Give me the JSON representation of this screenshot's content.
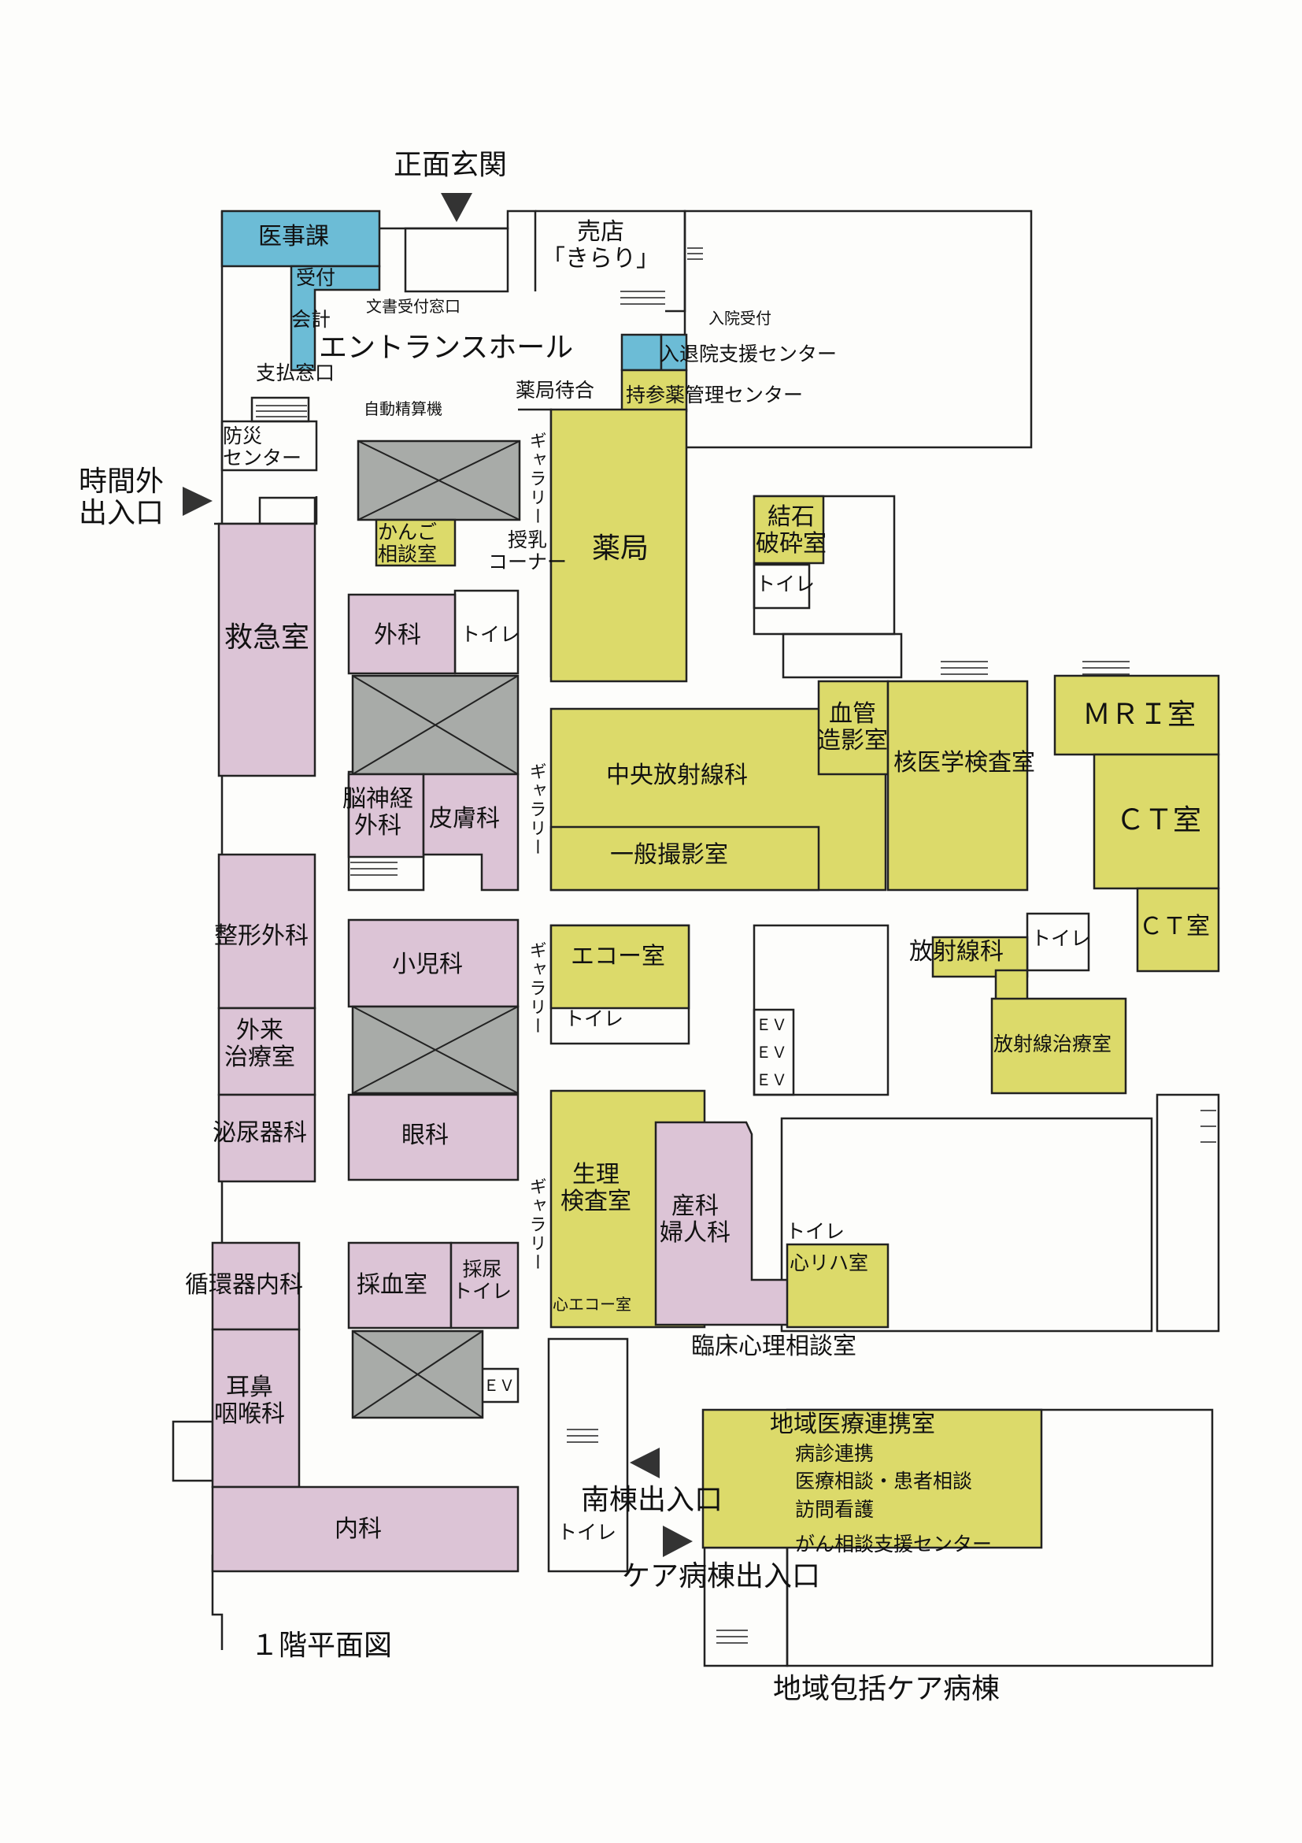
{
  "labels": {
    "main_entrance": "正面玄関",
    "after_hours": "時間外\n出入口",
    "medical_affairs": "医事課",
    "reception": "受付",
    "document_window": "文書受付窓口",
    "accounting": "会計",
    "entrance_hall": "エントランスホール",
    "payment_window": "支払窓口",
    "shop": "売店\n「きらり」",
    "admission_reception": "入院受付",
    "admission_support": "入退院支援センター",
    "pharmacy_waiting": "薬局待合",
    "brought_medicine": "持参薬管理センター",
    "auto_payment": "自動精算機",
    "disaster_center": "防災\nセンター",
    "gallery": "ギャラリー",
    "nursing_consult": "かんご\n相談室",
    "nursing_corner": "授乳\nコーナー",
    "pharmacy": "薬局",
    "lithotripsy": "結石\n破砕室",
    "toilet": "トイレ",
    "emergency": "救急室",
    "surgery": "外科",
    "neurosurgery": "脳神経\n外科",
    "dermatology": "皮膚科",
    "central_radiology": "中央放射線科",
    "general_xray": "一般撮影室",
    "angiography": "血管\n造影室",
    "nuclear_medicine": "核医学検査室",
    "mri": "ＭＲＩ室",
    "ct": "ＣＴ室",
    "orthopedics": "整形外科",
    "pediatrics": "小児科",
    "echo": "エコー室",
    "radiology": "放射線科",
    "ev": "ＥＶ",
    "outpatient_treatment": "外来\n治療室",
    "radiotherapy": "放射線治療室",
    "urology": "泌尿器科",
    "ophthalmology": "眼科",
    "physiology_lab": "生理\n検査室",
    "obgyn": "産科\n婦人科",
    "cardiac_rehab": "心リハ室",
    "cardiology": "循環器内科",
    "blood_sampling": "採血室",
    "urine_toilet": "採尿\nトイレ",
    "cardiac_echo": "心エコー室",
    "clinical_psych": "臨床心理相談室",
    "ent": "耳鼻\n咽喉科",
    "regional_cooperation": "地域医療連携室",
    "referral": "病診連携",
    "patient_consult": "医療相談・患者相談",
    "home_nursing": "訪問看護",
    "south_entrance": "南棟出入口",
    "cancer_support": "がん相談支援センター",
    "care_ward_entrance": "ケア病棟出入口",
    "internal_medicine": "内科",
    "floor_title": "１階平面図",
    "community_care_ward": "地域包括ケア病棟"
  },
  "colors": {
    "blue": "#6cbcd6",
    "yellow": "#dcda6a",
    "pink": "#dcc4d6",
    "gray": "#a8aba8",
    "line": "#222222"
  }
}
